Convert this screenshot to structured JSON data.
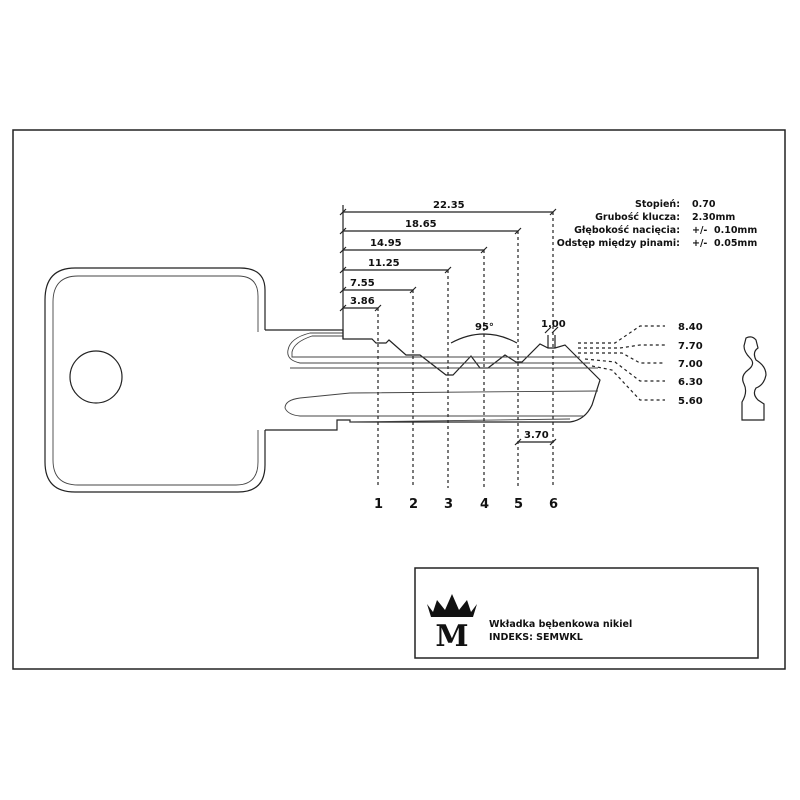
{
  "dimensions": {
    "d1": "3.86",
    "d2": "7.55",
    "d3": "11.25",
    "d4": "14.95",
    "d5": "18.65",
    "d6": "22.35",
    "angle": "95°",
    "tip_width": "1.00",
    "tip_length": "3.70"
  },
  "positions": [
    "1",
    "2",
    "3",
    "4",
    "5",
    "6"
  ],
  "depths": [
    "8.40",
    "7.70",
    "7.00",
    "6.30",
    "5.60"
  ],
  "specs": [
    {
      "label": "Stopień:",
      "value": "0.70"
    },
    {
      "label": "Grubość klucza:",
      "value": "2.30mm"
    },
    {
      "label": "Głębokość nacięcia:",
      "value": "+/-  0.10mm"
    },
    {
      "label": "Odstęp między pinami:",
      "value": "+/-  0.05mm"
    }
  ],
  "title_block": {
    "logo_letter": "M",
    "product": "Wkładka bębenkowa nikiel",
    "index": "INDEKS: SEMWKL"
  }
}
